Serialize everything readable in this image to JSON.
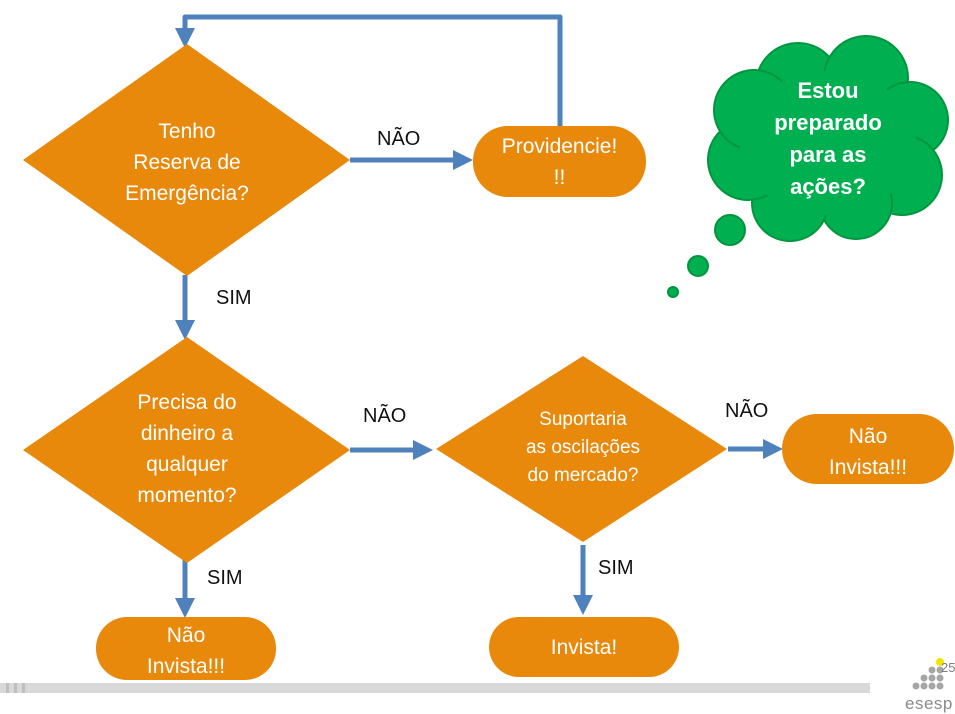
{
  "colors": {
    "node_fill": "#e8890c",
    "connector": "#4f81bd",
    "cloud_fill": "#00b050",
    "cloud_stroke": "#00953e",
    "logo_gray": "#a6a6a6",
    "logo_yellow": "#f2e600"
  },
  "nodes": {
    "reserva": "Tenho\nReserva de\nEmergência?",
    "providencie": "Providencie!\n!!",
    "precisa": "Precisa do\ndinheiro a\nqualquer\nmomento?",
    "suportaria": "Suportaria\nas oscilações\ndo mercado?",
    "nao_invista_right": "Não\nInvista!!!",
    "nao_invista_bottom": "Não\nInvista!!!",
    "invista": "Invista!"
  },
  "edge_labels": {
    "nao_1": "NÃO",
    "sim_1": "SIM",
    "nao_2": "NÃO",
    "nao_3": "NÃO",
    "sim_2": "SIM",
    "sim_3": "SIM"
  },
  "thought_cloud": "Estou\npreparado\npara as\nações?",
  "footer": {
    "page_number": "25",
    "logo_text": "esesp",
    "logo_icon": "dot-grid-logo-icon"
  }
}
